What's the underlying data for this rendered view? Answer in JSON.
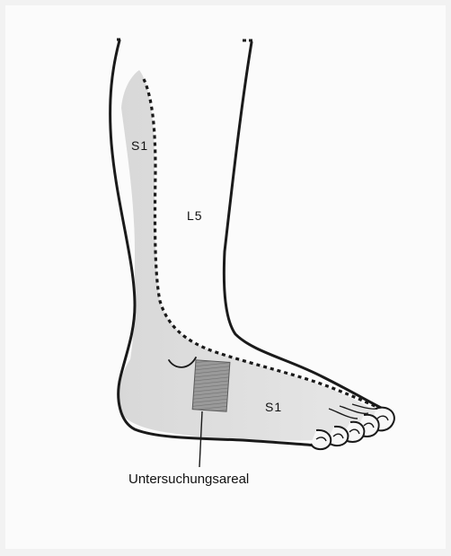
{
  "labels": {
    "s1_upper": "S1",
    "l5": "L5",
    "s1_lower": "S1",
    "caption": "Untersuchungsareal"
  },
  "colors": {
    "paper": "#fbfbfb",
    "outline": "#1a1a1a",
    "s1_shading": "#d9d9d9",
    "sample_area": "#8f8f8f"
  }
}
